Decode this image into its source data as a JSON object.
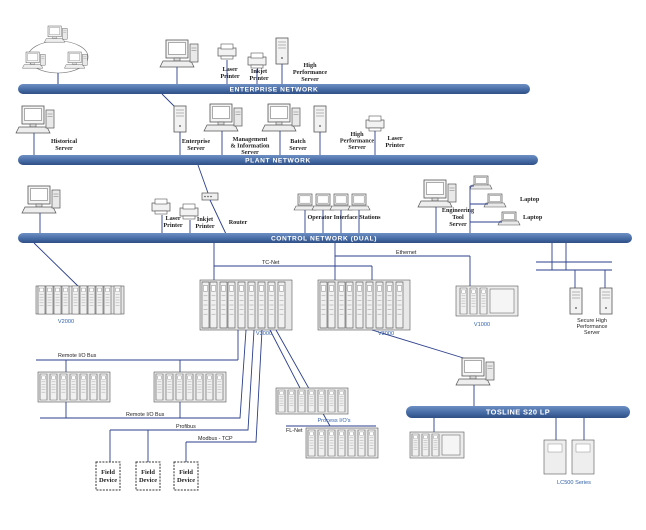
{
  "buses": {
    "enterprise": "ENTERPRISE NETWORK",
    "plant": "PLANT NETWORK",
    "control": "CONTROL NETWORK (DUAL)",
    "tosline": "TOSLINE S20 LP"
  },
  "enterprise_level": {
    "laser_printer": [
      "Laser",
      "Printer"
    ],
    "inkjet_printer": [
      "Inkjet",
      "Printer"
    ],
    "high_perf_server": [
      "High",
      "Performance",
      "Server"
    ]
  },
  "plant_level": {
    "historical_server": [
      "Historical",
      "Server"
    ],
    "enterprise_server": [
      "Enterprise",
      "Server"
    ],
    "mis_server": [
      "Management",
      "& Information",
      "Server"
    ],
    "batch_server": [
      "Batch",
      "Server"
    ],
    "high_perf_server": [
      "High",
      "Performance",
      "Server"
    ],
    "laser_printer": [
      "Laser",
      "Printer"
    ]
  },
  "control_level": {
    "laser_printer": [
      "Laser",
      "Printer"
    ],
    "inkjet_printer": [
      "Inkjet",
      "Printer"
    ],
    "router": "Router",
    "operator_stations": "Operator Interface Stations",
    "eng_tool_server": [
      "Engineering",
      "Tool",
      "Server"
    ],
    "laptop_1": "Laptop",
    "laptop_2": "Laptop"
  },
  "field_level": {
    "v2000": "V2000",
    "tc_net": "TC-Net",
    "ethernet": "Ethernet",
    "v3000_a": "V3000",
    "v3000_b": "V3000",
    "v1000": "V1000",
    "secure_server": [
      "Secure High",
      "Performance",
      "Server"
    ],
    "remote_io_bus_1": "Remote I/O Bus",
    "remote_io_bus_2": "Remote I/O Bus",
    "profibus": "Profibus",
    "modbus_tcp": "Modbus - TCP",
    "fl_net": "FL-Net",
    "process_ios": "Process I/O's",
    "lc500": "LC500 Series",
    "field_device_1": [
      "Field",
      "Device"
    ],
    "field_device_2": [
      "Field",
      "Device"
    ],
    "field_device_3": [
      "Field",
      "Device"
    ]
  },
  "colors": {
    "bus": "#4a6fa8",
    "bus_dark": "#2f4f86",
    "link": "#2b3f8c",
    "label_blue": "#2f5fa8"
  }
}
